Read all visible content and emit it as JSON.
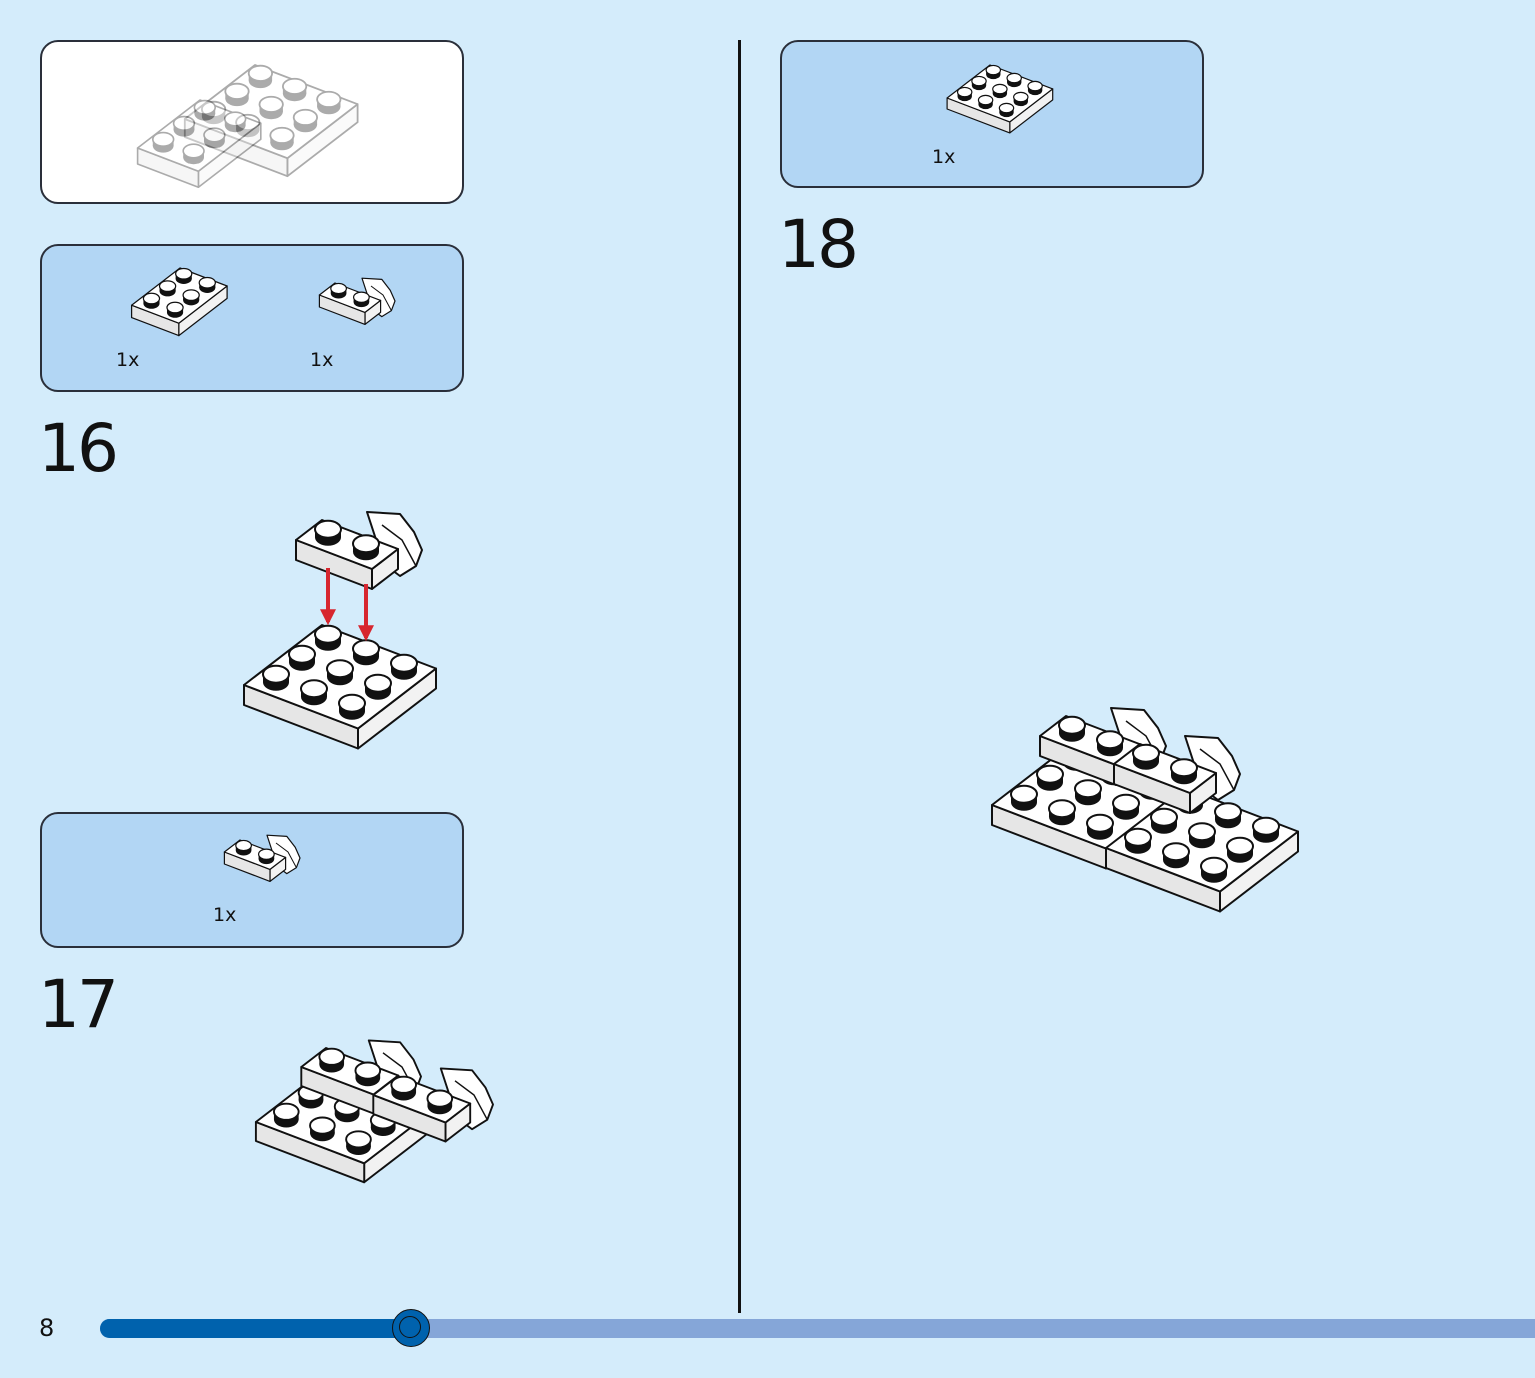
{
  "page_number": "8",
  "progress": {
    "fraction": 0.217
  },
  "steps": [
    {
      "number": "16",
      "parts": [
        {
          "part": "plate-2x3",
          "qty": "1x"
        },
        {
          "part": "wedge-plate",
          "qty": "1x"
        }
      ]
    },
    {
      "number": "17",
      "parts": [
        {
          "part": "wedge-plate",
          "qty": "1x"
        }
      ]
    },
    {
      "number": "18",
      "parts": [
        {
          "part": "plate-3x3",
          "qty": "1x"
        }
      ]
    }
  ],
  "colors": {
    "background": "#d4ecfb",
    "parts_box": "#b2d6f4",
    "arrow": "#d7262f",
    "progress_fill": "#0062ad",
    "progress_track": "#85a6d8"
  }
}
